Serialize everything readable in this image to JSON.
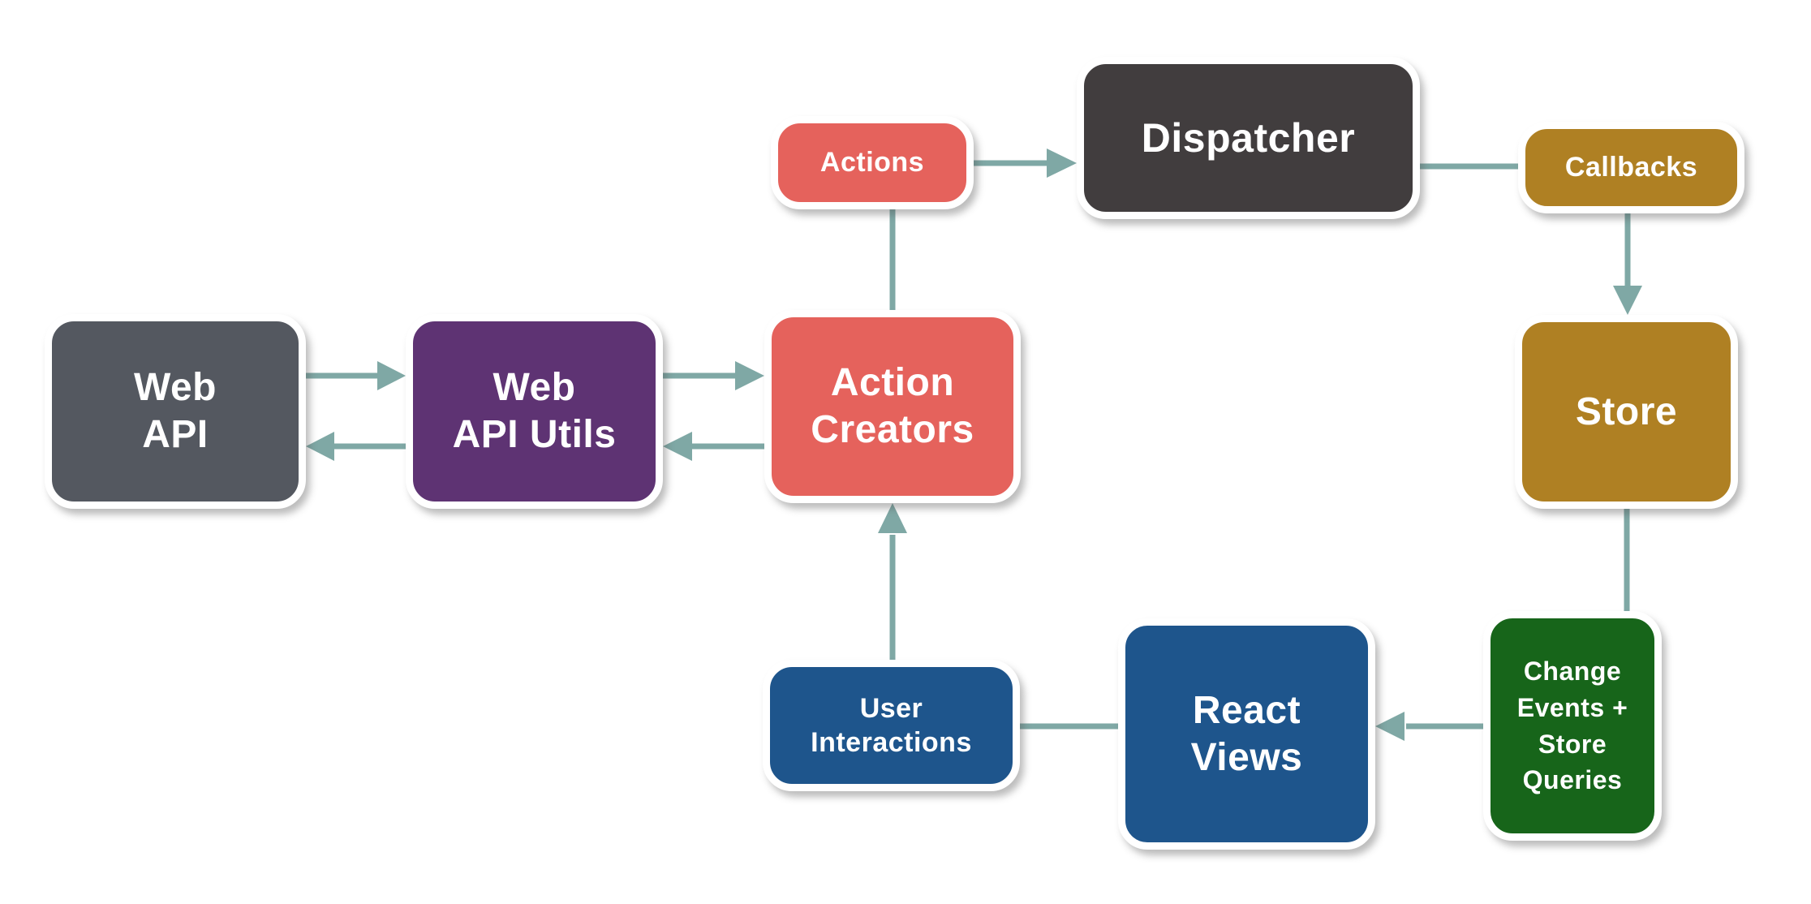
{
  "diagram": {
    "nodes": {
      "web_api": {
        "label": [
          "Web",
          "API"
        ]
      },
      "web_api_utils": {
        "label": [
          "Web",
          "API Utils"
        ]
      },
      "action_creators": {
        "label": [
          "Action",
          "Creators"
        ]
      },
      "actions": {
        "label": "Actions"
      },
      "dispatcher": {
        "label": "Dispatcher"
      },
      "callbacks": {
        "label": "Callbacks"
      },
      "store": {
        "label": "Store"
      },
      "change_events": {
        "label": [
          "Change",
          "Events +",
          "Store",
          "Queries"
        ]
      },
      "react_views": {
        "label": [
          "React",
          "Views"
        ]
      },
      "user_interactions": {
        "label": [
          "User",
          "Interactions"
        ]
      }
    },
    "colors": {
      "web_api": "#545860",
      "web_api_utils": "#5E3373",
      "action_creators": "#E5625C",
      "actions": "#E5625C",
      "dispatcher": "#413D3E",
      "callbacks": "#AF8023",
      "store": "#AF8023",
      "change_events": "#17651A",
      "react_views": "#1E558C",
      "user_interactions": "#1E558C",
      "arrow": "#7FA8A5"
    },
    "connections": [
      {
        "from": "web_api",
        "to": "web_api_utils",
        "arrowhead": true
      },
      {
        "from": "web_api_utils",
        "to": "web_api",
        "arrowhead": true
      },
      {
        "from": "web_api_utils",
        "to": "action_creators",
        "arrowhead": true
      },
      {
        "from": "action_creators",
        "to": "web_api_utils",
        "arrowhead": true
      },
      {
        "from": "action_creators",
        "to": "actions",
        "arrowhead": false
      },
      {
        "from": "actions",
        "to": "dispatcher",
        "arrowhead": true
      },
      {
        "from": "dispatcher",
        "to": "callbacks",
        "arrowhead": false
      },
      {
        "from": "callbacks",
        "to": "store",
        "arrowhead": true
      },
      {
        "from": "store",
        "to": "change_events",
        "arrowhead": false
      },
      {
        "from": "change_events",
        "to": "react_views",
        "arrowhead": true
      },
      {
        "from": "react_views",
        "to": "user_interactions",
        "arrowhead": false
      },
      {
        "from": "user_interactions",
        "to": "action_creators",
        "arrowhead": true
      }
    ]
  }
}
